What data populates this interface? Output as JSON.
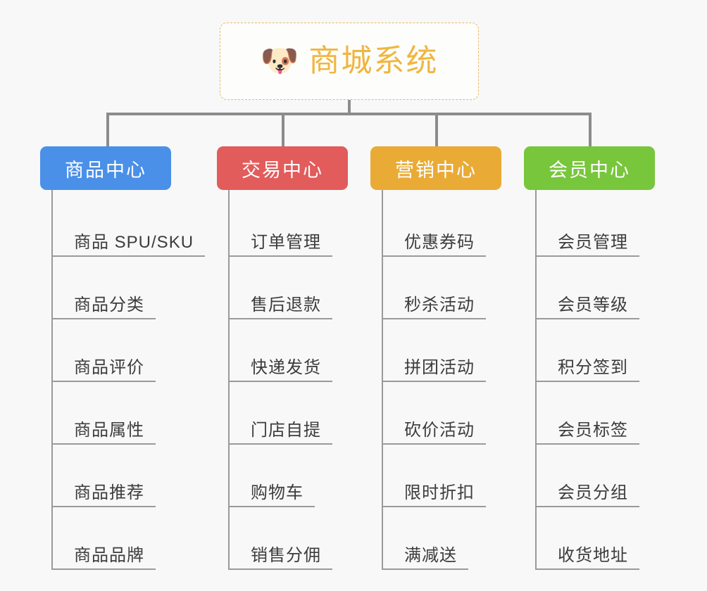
{
  "canvas": {
    "background": "#f8f8f8",
    "connector_color": "#8c8c8c",
    "leaf_line_color": "#9a9a9a",
    "leaf_text_color": "#3c3c3c"
  },
  "root": {
    "icon": "shiba-dog-face-emoji",
    "icon_glyph": "🐶",
    "title": "商城系统",
    "title_color": "#f0b63f",
    "border_color": "#e8b964",
    "background": "#fdfdfc"
  },
  "categories": [
    {
      "label": "商品中心",
      "color": "#4a90e8",
      "items": [
        "商品 SPU/SKU",
        "商品分类",
        "商品评价",
        "商品属性",
        "商品推荐",
        "商品品牌"
      ]
    },
    {
      "label": "交易中心",
      "color": "#e25c5c",
      "items": [
        "订单管理",
        "售后退款",
        "快递发货",
        "门店自提",
        "购物车",
        "销售分佣"
      ]
    },
    {
      "label": "营销中心",
      "color": "#e9ab36",
      "items": [
        "优惠券码",
        "秒杀活动",
        "拼团活动",
        "砍价活动",
        "限时折扣",
        "满减送"
      ]
    },
    {
      "label": "会员中心",
      "color": "#78c63c",
      "items": [
        "会员管理",
        "会员等级",
        "积分签到",
        "会员标签",
        "会员分组",
        "收货地址"
      ]
    }
  ]
}
